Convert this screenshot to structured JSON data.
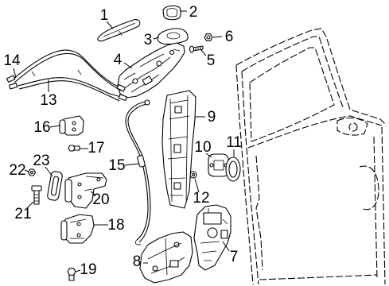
{
  "diagram": {
    "callouts": [
      "1",
      "2",
      "3",
      "4",
      "5",
      "6",
      "7",
      "8",
      "9",
      "10",
      "11",
      "12",
      "13",
      "14",
      "15",
      "16",
      "17",
      "18",
      "19",
      "20",
      "21",
      "22",
      "23"
    ]
  },
  "colors": {
    "line": "#000000",
    "background": "#ffffff"
  }
}
